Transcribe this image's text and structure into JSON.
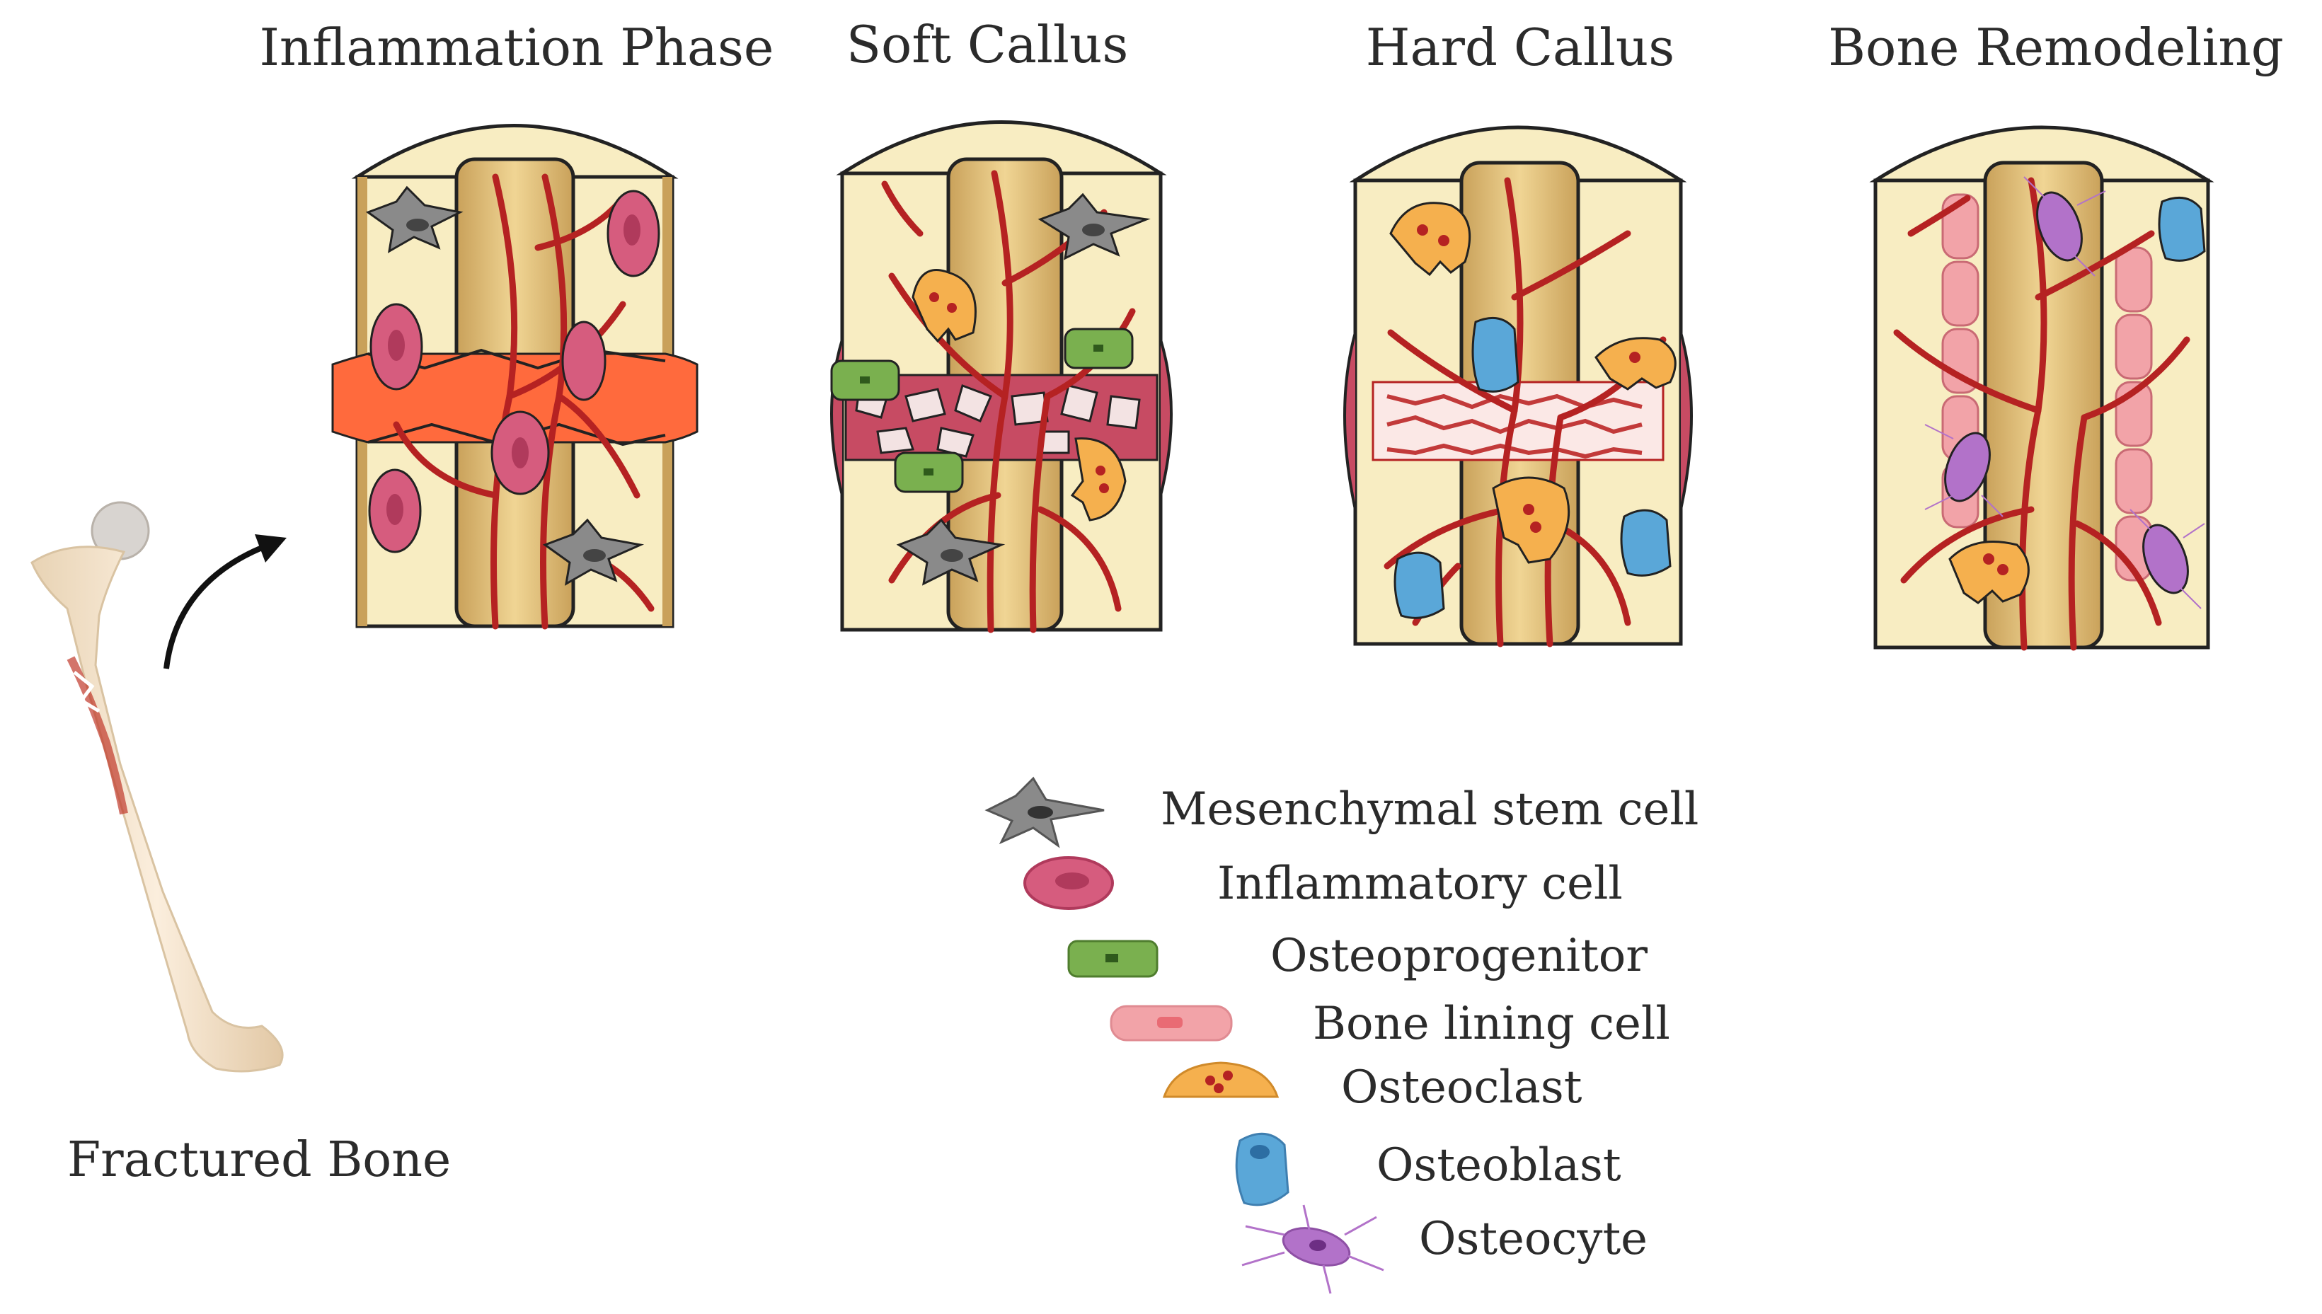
{
  "stages": [
    {
      "title": "Inflammation Phase"
    },
    {
      "title": "Soft Callus"
    },
    {
      "title": "Hard Callus"
    },
    {
      "title": "Bone Remodeling"
    }
  ],
  "bone_label": "Fractured Bone",
  "legend": [
    {
      "label": "Mesenchymal stem cell",
      "icon": "mesenchymal-stem-cell-icon",
      "color": "#8a8a8a"
    },
    {
      "label": "Inflammatory cell",
      "icon": "inflammatory-cell-icon",
      "color": "#d65c7e"
    },
    {
      "label": "Osteoprogenitor",
      "icon": "osteoprogenitor-icon",
      "color": "#7ab04f"
    },
    {
      "label": "Bone lining cell",
      "icon": "bone-lining-cell-icon",
      "color": "#f2a3a8"
    },
    {
      "label": "Osteoclast",
      "icon": "osteoclast-icon",
      "color": "#f5b04e"
    },
    {
      "label": "Osteoblast",
      "icon": "osteoblast-icon",
      "color": "#5aa7d8"
    },
    {
      "label": "Osteocyte",
      "icon": "osteocyte-icon",
      "color": "#b272c9"
    }
  ],
  "colors": {
    "marrow": "#f8edc2",
    "cortex": "#e4c27a",
    "vessel": "#b52222",
    "hematoma": "#ff6a3d",
    "callus": "#c74b63",
    "outline": "#222222"
  }
}
